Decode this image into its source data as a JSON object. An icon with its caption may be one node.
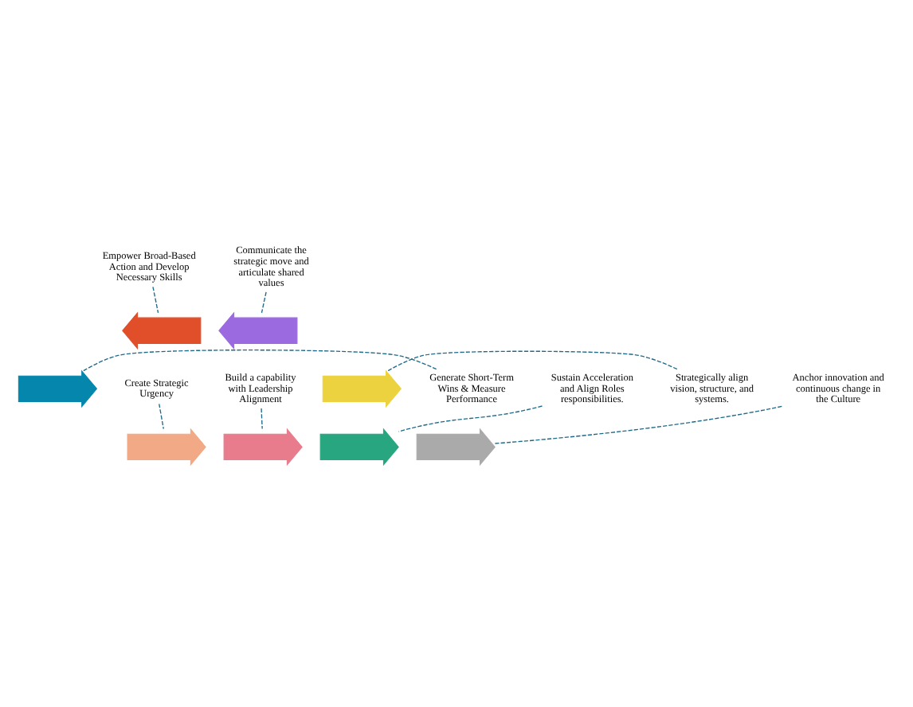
{
  "diagram": {
    "nodes": [
      {
        "text": [
          "Empower Broad-Based Action and Develop Necessary Skills"
        ]
      },
      {
        "text": [
          "Communicate the strategic move and articulate shared values"
        ]
      },
      {
        "text": [
          "Strategically align vision, structure, and systems."
        ]
      },
      {
        "text": [
          "Generate Short-Term Wins & Measure Performance"
        ]
      },
      {
        "text": [
          "Create Strategic Urgency"
        ]
      },
      {
        "text": [
          "Build a capability with Leadership Alignment"
        ]
      },
      {
        "text": [
          "Sustain Acceleration and Align Roles responsibilities."
        ]
      },
      {
        "text": [
          "Anchor innovation and continuous change in the Culture"
        ]
      },
      {
        "text": [],
        "shape": "arrow"
      },
      {
        "text": [],
        "shape": "arrow"
      },
      {
        "text": [],
        "shape": "arrow"
      },
      {
        "text": [],
        "shape": "arrow"
      },
      {
        "text": [],
        "shape": "arrow"
      },
      {
        "text": [],
        "shape": "arrow"
      },
      {
        "text": [],
        "shape": "arrow"
      },
      {
        "text": [],
        "shape": "arrow"
      }
    ],
    "edges": [
      {
        "from": 0,
        "to": 8,
        "arrow": "none",
        "style": "dashed"
      },
      {
        "from": 1,
        "to": 9,
        "arrow": "none",
        "style": "dashed"
      },
      {
        "from": 2,
        "to": 10,
        "arrow": "none",
        "style": "dashed"
      },
      {
        "from": 3,
        "to": 11,
        "arrow": "none",
        "style": "dashed"
      },
      {
        "from": 4,
        "to": 12,
        "arrow": "none",
        "style": "dashed"
      },
      {
        "from": 5,
        "to": 13,
        "arrow": "none",
        "style": "dashed"
      },
      {
        "from": 6,
        "to": 14,
        "arrow": "none",
        "style": "dashed"
      },
      {
        "from": 7,
        "to": 15,
        "arrow": "none",
        "style": "dashed"
      }
    ]
  }
}
